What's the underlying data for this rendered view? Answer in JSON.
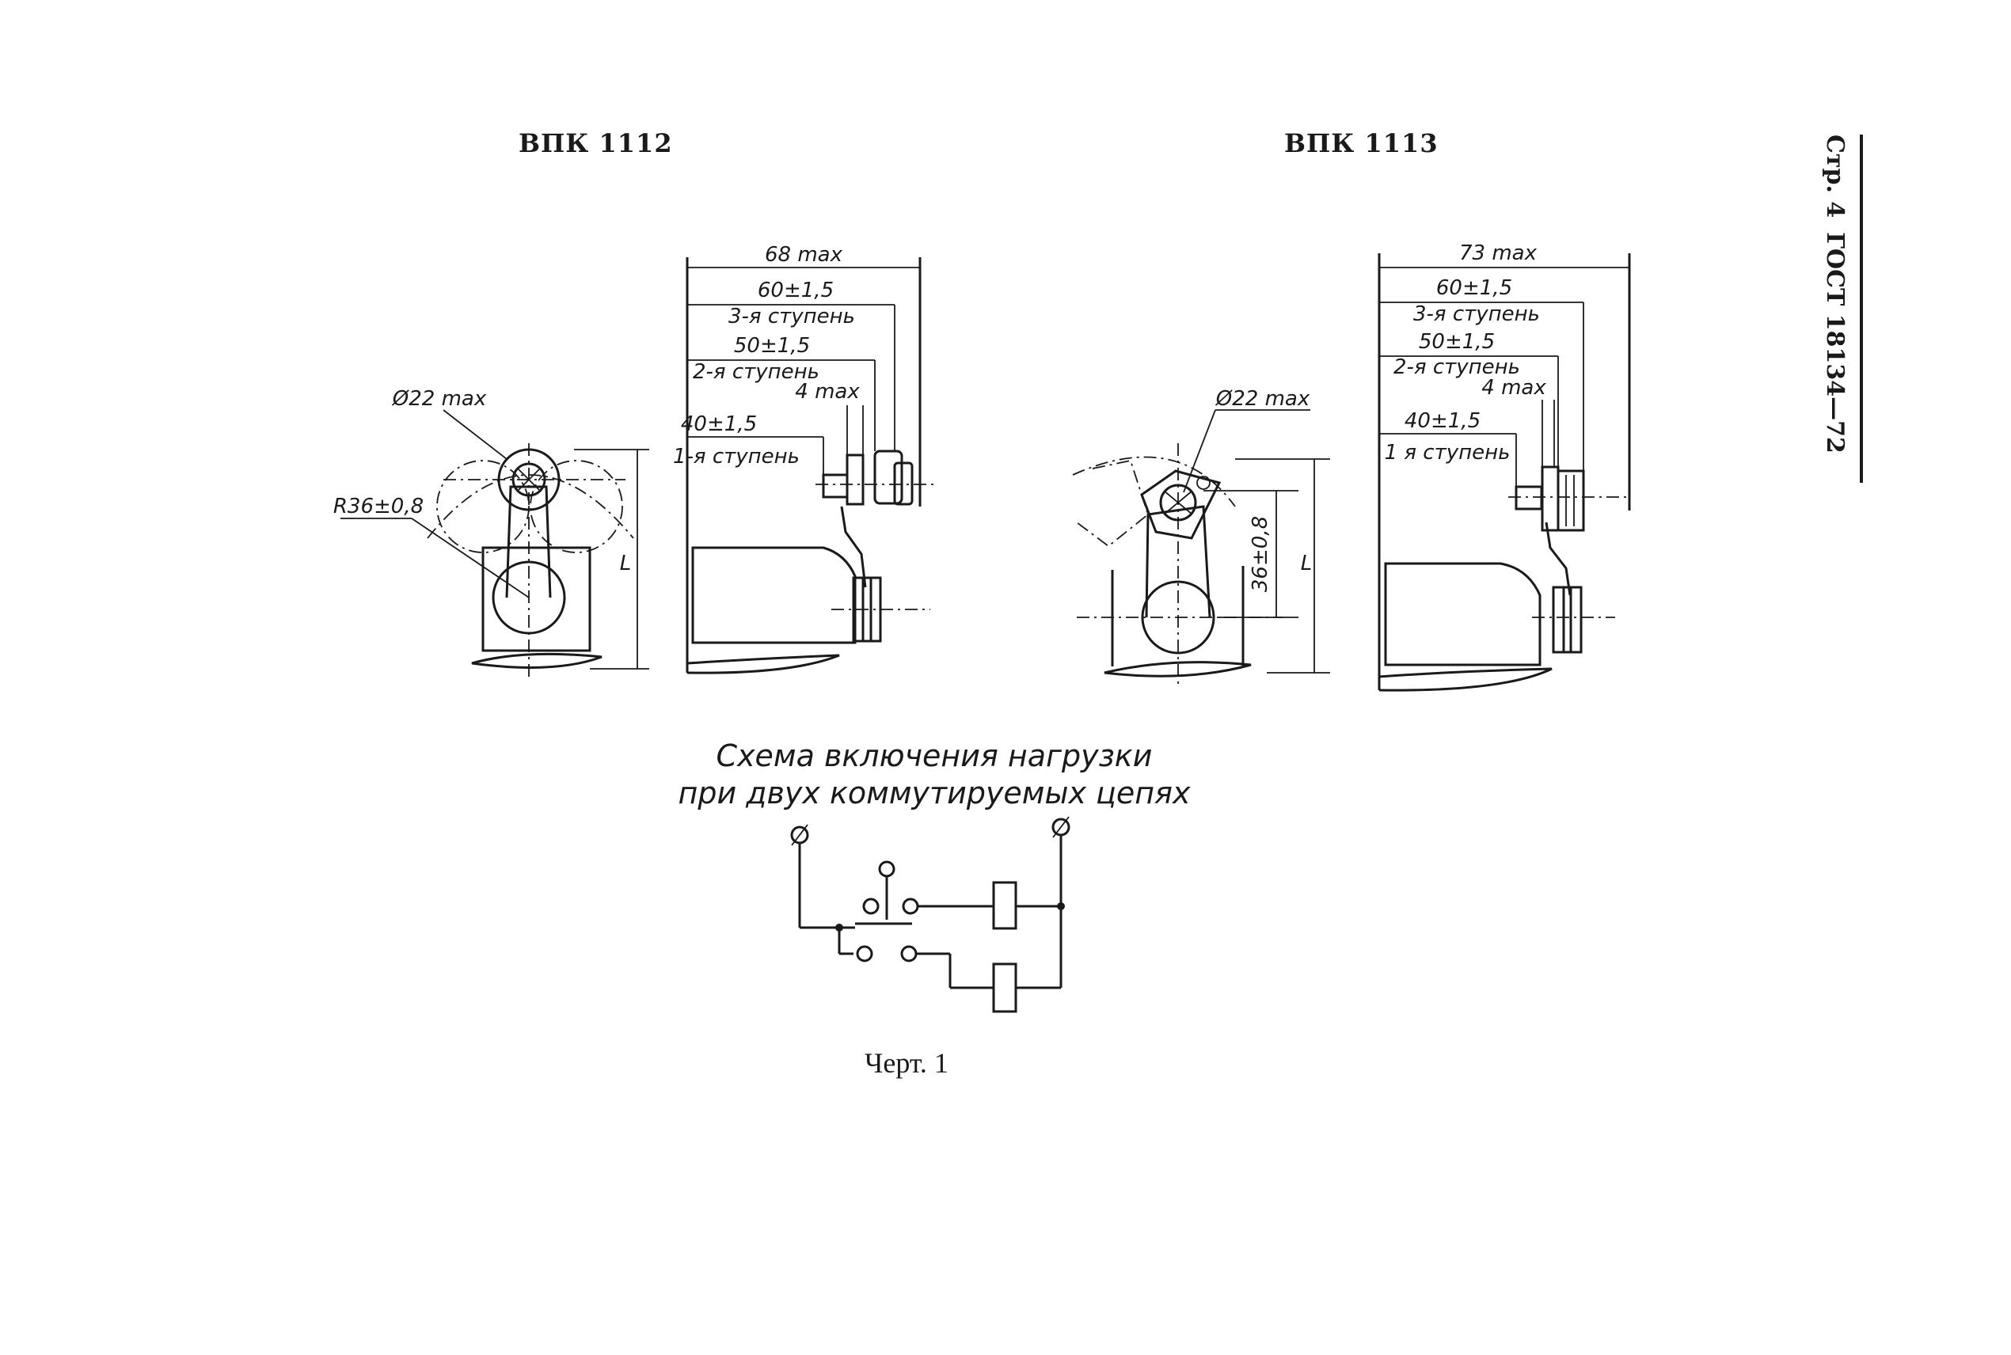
{
  "page": {
    "runner": {
      "page_label": "Стр. 4",
      "standard": "ГОСТ 18134—72"
    },
    "figure_label": "Черт. 1"
  },
  "left_drawing": {
    "title": "ВПК 1112",
    "dims": {
      "overall": "68 max",
      "d1": "60±1,5",
      "d1_note": "3-я ступень",
      "d2": "50±1,5",
      "d2_note": "2-я ступень",
      "d3": "4 max",
      "d4": "40±1,5",
      "d4_note": "1-я ступень",
      "roller": "Ø22 max",
      "radius": "R36±0,8",
      "height": "L"
    }
  },
  "right_drawing": {
    "title": "ВПК 1113",
    "dims": {
      "overall": "73 max",
      "d1": "60±1,5",
      "d1_note": "3-я ступень",
      "d2": "50±1,5",
      "d2_note": "2-я ступень",
      "d3": "4 max",
      "d4": "40±1,5",
      "d4_note": "1 я ступень",
      "roller": "Ø22 max",
      "radius": "36±0,8",
      "height": "L"
    }
  },
  "schema": {
    "caption_line1": "Схема включения нагрузки",
    "caption_line2": "при двух коммутируемых цепях"
  }
}
